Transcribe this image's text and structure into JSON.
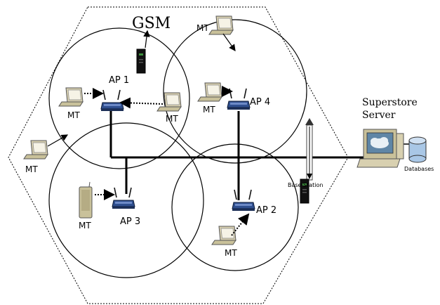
{
  "labels": {
    "gsm": "GSM",
    "mt": "MT",
    "ap1": "AP 1",
    "ap2": "AP 2",
    "ap3": "AP 3",
    "ap4": "AP 4",
    "server_line1": "Superstore",
    "server_line2": "Server",
    "databases": "Databases",
    "base_station": "Base Station"
  },
  "colors": {
    "line": "#000000",
    "router_blue": "#2f4f8f",
    "terminal_tan": "#c9c19a",
    "server_screen": "#5f86a6",
    "db_blue": "#a9c7e6"
  }
}
